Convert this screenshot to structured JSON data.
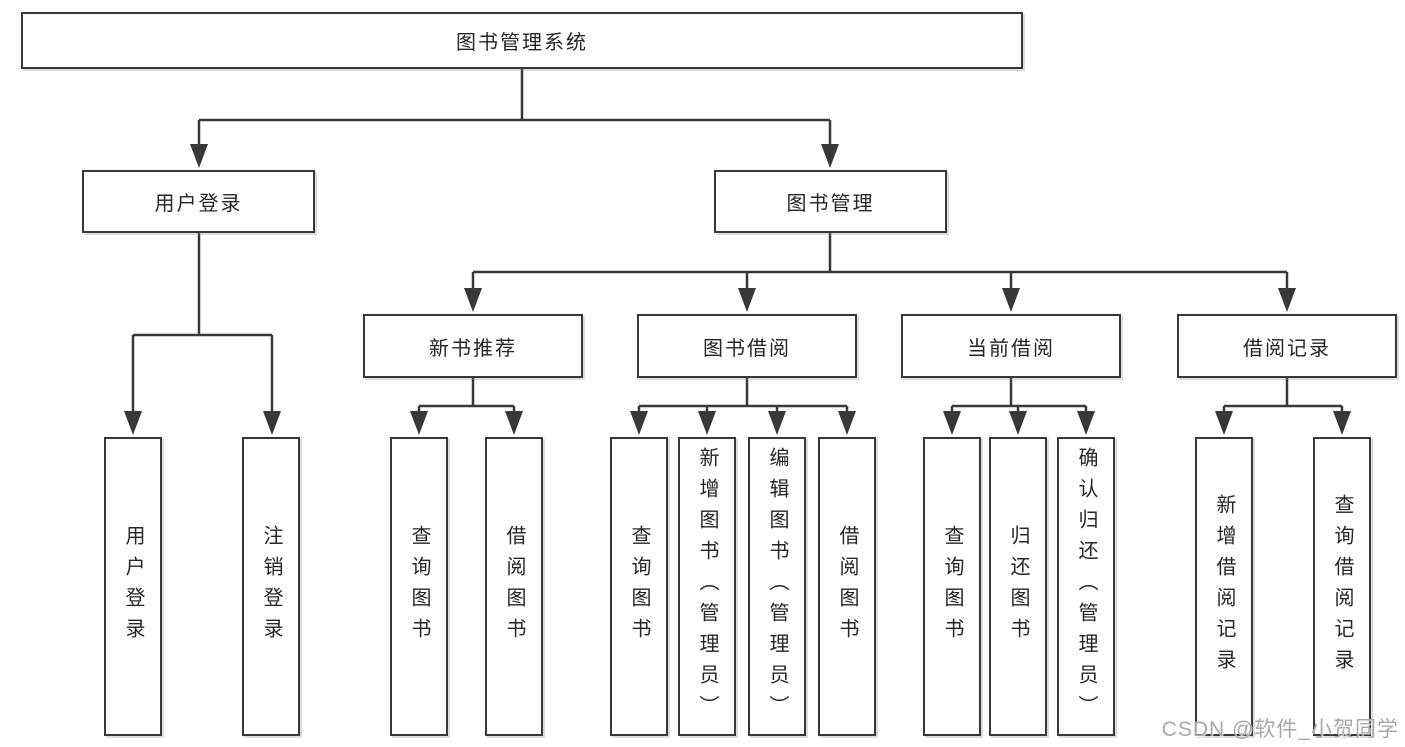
{
  "tree": {
    "root": {
      "label": "图书管理系统"
    },
    "branches": [
      {
        "label": "用户登录",
        "children": [
          {
            "label": "用户登录"
          },
          {
            "label": "注销登录"
          }
        ]
      },
      {
        "label": "图书管理",
        "children": [
          {
            "label": "新书推荐",
            "children": [
              {
                "label": "查询图书"
              },
              {
                "label": "借阅图书"
              }
            ]
          },
          {
            "label": "图书借阅",
            "children": [
              {
                "label": "查询图书"
              },
              {
                "label": "新增图书（管理员）"
              },
              {
                "label": "编辑图书（管理员）"
              },
              {
                "label": "借阅图书"
              }
            ]
          },
          {
            "label": "当前借阅",
            "children": [
              {
                "label": "查询图书"
              },
              {
                "label": "归还图书"
              },
              {
                "label": "确认归还（管理员）"
              }
            ]
          },
          {
            "label": "借阅记录",
            "children": [
              {
                "label": "新增借阅记录"
              },
              {
                "label": "查询借阅记录"
              }
            ]
          }
        ]
      }
    ]
  },
  "watermark": {
    "text": "CSDN @软件_小贺同学"
  },
  "colors": {
    "line": "#383838",
    "box_border": "#383838",
    "box_background": "#ffffff",
    "text": "#262626",
    "watermark": "#a8a8a8",
    "background": "#ffffff"
  }
}
